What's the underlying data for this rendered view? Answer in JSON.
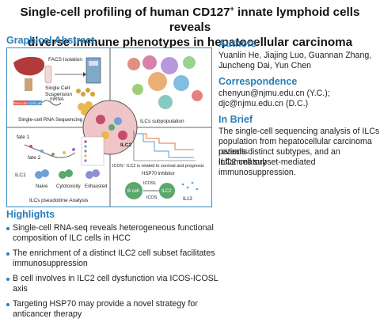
{
  "title_line1": "Single-cell profiling of human CD127",
  "title_sup": "+",
  "title_line1_rest": " innate lymphoid cells reveals",
  "title_line2": "diverse immune phenotypes in hepatocellular carcinoma",
  "graphical_abstract": {
    "heading": "Graphical Abstract",
    "labels": {
      "facs": "FACS Isolation",
      "scs_1": "Single Cell",
      "scs_2": "Suspension",
      "barcode": "Barcode",
      "cell_label": "Cell Label",
      "mrna": "mRNA",
      "scrna": "Single-cell RNA Sequencing",
      "ilcs_sub": "ILCs subpopulation",
      "fate1": "fate 1",
      "fate2": "fate 2",
      "ilc1": "ILC1",
      "naive": "Naive",
      "cyto": "Cytotoxicity",
      "exhausted": "Exhausted",
      "pseudotime": "ILCs pseudotime Analysis",
      "ilc2_center": "ILC2",
      "icos_note": "ICOS⁺ ILC2 is related to survival and prognosis",
      "hsp70": "HSP70 inhibitor",
      "bcell": "B cell",
      "icosl": "ICOSL",
      "icos": "ICOS",
      "ilc2": "ILC2",
      "il13": "IL13"
    }
  },
  "authors": {
    "heading": "Authors",
    "lines": [
      "Yuanlin He, Jiajing Luo, Guannan Zhang, …,",
      "Juncheng Dai, Yun Chen"
    ]
  },
  "correspondence": {
    "heading": "Correspondence",
    "lines": [
      "chenyun@njmu.edu.cn (Y.C.);",
      "djc@njmu.edu.cn (D.C.)"
    ]
  },
  "in_brief": {
    "heading": "In Brief",
    "lines": [
      "The single-cell sequencing analysis of ILCs",
      "population from hepatocellular carcinoma patients",
      "reveals distinct subtypes, and an inflammatory",
      "ILC2 cell subset-mediated immunosuppression."
    ]
  },
  "highlights": {
    "heading": "Highlights",
    "items": [
      [
        "Single-cell RNA-seq reveals heterogeneous functional",
        "composition of ILC cells in HCC"
      ],
      [
        "The enrichment of a distinct ILC2 cell subset facilitates",
        "immunosuppression"
      ],
      [
        "B cell involves in ILC2 cell dysfunction via ICOS-ICOSL",
        "axis"
      ],
      [
        "Targeting HSP70 may provide a novel strategy for",
        "anticancer therapy"
      ]
    ]
  },
  "colors": {
    "accent": "#2a7fb8",
    "box_border": "#3a8cc0"
  }
}
